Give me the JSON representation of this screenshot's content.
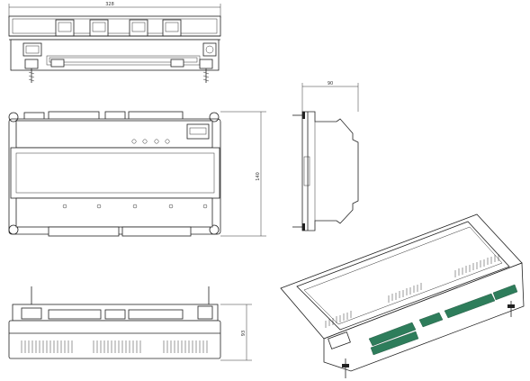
{
  "dimensions": {
    "top_width": "328",
    "side_depth": "90",
    "front_height": "140",
    "bottom_height": "93"
  },
  "colors": {
    "line": "#222222",
    "terminal": "#2e7d5b",
    "background": "#ffffff"
  }
}
